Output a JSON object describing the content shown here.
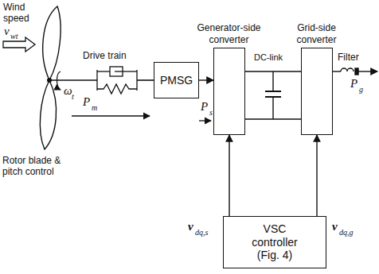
{
  "diagram": {
    "nodes": [
      {
        "text": [
          "PMSG"
        ]
      },
      {
        "text": [
          "Generator-side converter"
        ]
      },
      {
        "text": [
          "Grid-side converter"
        ]
      },
      {
        "text": [
          "VSC controller (Fig. 4)"
        ]
      }
    ],
    "edges": [
      {
        "from": 0,
        "to": 1,
        "arrow": "to"
      },
      {
        "from": 1,
        "to": 2,
        "arrow": "none"
      },
      {
        "from": 3,
        "to": 1,
        "arrow": "to"
      },
      {
        "from": 3,
        "to": 2,
        "arrow": "to"
      }
    ],
    "labels": [
      "Wind speed",
      "v",
      "wt",
      "Drive train",
      "ω",
      "t",
      "P",
      "m",
      "Rotor blade & pitch control",
      "P",
      "s",
      "DC-link",
      "Filter",
      "P",
      "g",
      "v",
      "dq,s",
      "v",
      "dq,g"
    ]
  }
}
